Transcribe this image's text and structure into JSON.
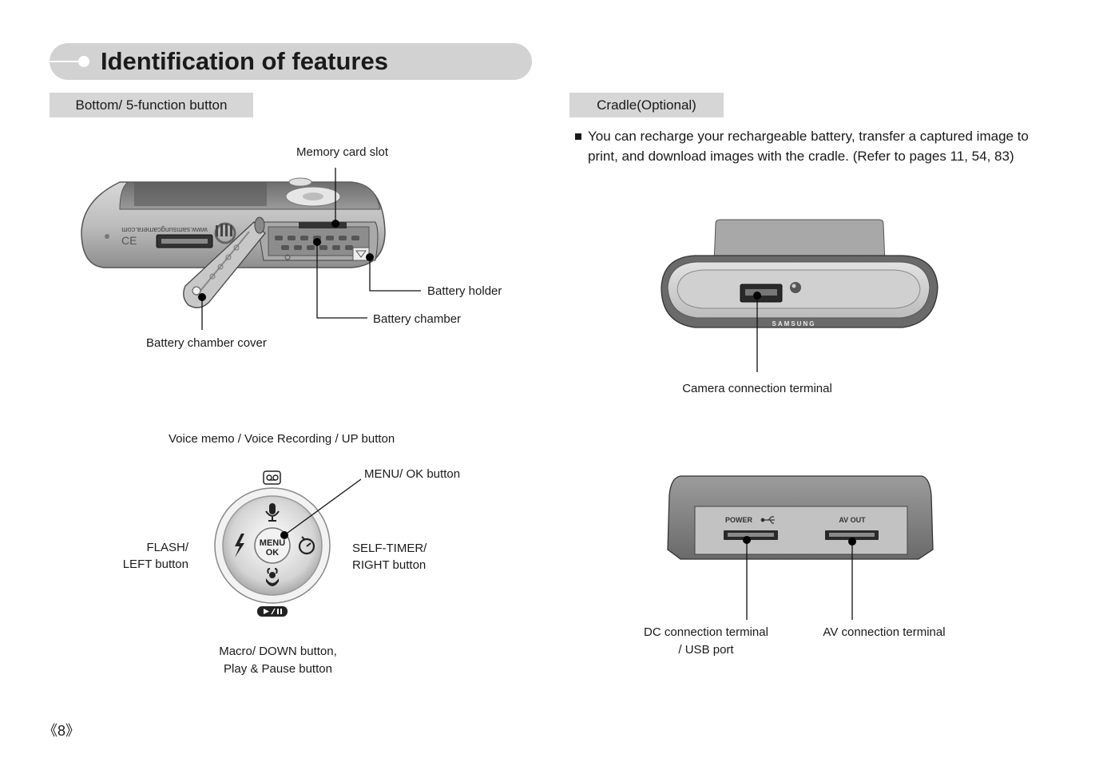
{
  "header": {
    "title": "Identification of features"
  },
  "left": {
    "section_title": "Bottom/ 5-function button",
    "bottom_labels": {
      "memory_card_slot": "Memory card slot",
      "battery_holder": "Battery holder",
      "battery_chamber": "Battery chamber",
      "battery_chamber_cover": "Battery chamber cover"
    },
    "camera_print": "www.samsungcamera.com",
    "ce_mark": "CE",
    "dpad_labels": {
      "up": "Voice memo / Voice Recording / UP button",
      "menu_ok": "MENU/ OK button",
      "left_line1": "FLASH/",
      "left_line2": "LEFT button",
      "right_line1": "SELF-TIMER/",
      "right_line2": "RIGHT button",
      "down_line1": "Macro/ DOWN button,",
      "down_line2": "Play & Pause button"
    },
    "dpad_center_line1": "MENU",
    "dpad_center_line2": "OK"
  },
  "right": {
    "section_title": "Cradle(Optional)",
    "bullet_text": "You can recharge your rechargeable battery, transfer a captured image to print, and download images with the cradle. (Refer to pages 11, 54, 83)",
    "cradle_brand": "SAMSUNG",
    "camera_terminal_label": "Camera connection terminal",
    "back_labels": {
      "power": "POWER",
      "av_out": "AV OUT",
      "dc_line1": "DC connection terminal",
      "dc_line2": "/ USB port",
      "av_terminal": "AV connection terminal"
    }
  },
  "footer": {
    "page_number": "《8》"
  }
}
